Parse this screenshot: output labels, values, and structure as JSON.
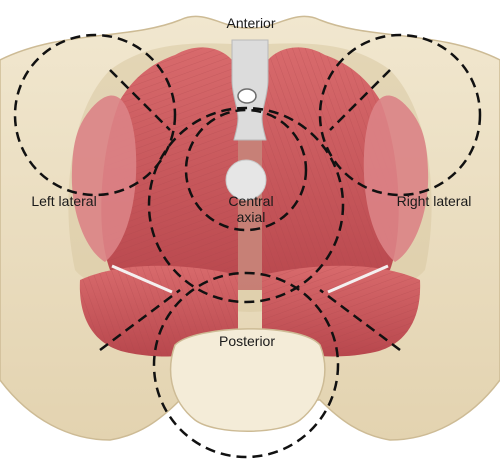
{
  "figure": {
    "labels": {
      "anterior": "Anterior",
      "left_lateral": "Left lateral",
      "right_lateral": "Right lateral",
      "central_line1": "Central",
      "central_line2": "axial",
      "posterior": "Posterior"
    },
    "colors": {
      "bone": "#ece0c4",
      "bone_shadow": "#d8c9a6",
      "muscle": "#c9585c",
      "muscle_dark": "#a63b43",
      "muscle_light": "#e58a8a",
      "fascia_band": "#f2eef2",
      "dashed_line": "#111111"
    }
  }
}
